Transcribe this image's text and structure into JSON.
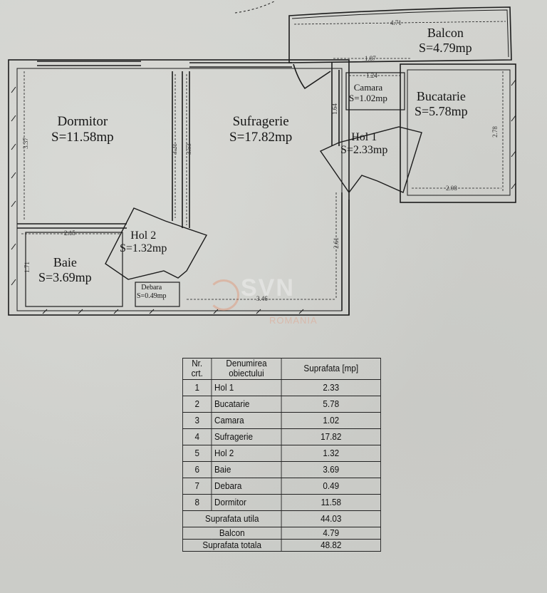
{
  "plan": {
    "rooms": [
      {
        "id": "dormitor",
        "name": "Dormitor",
        "area": "S=11.58mp"
      },
      {
        "id": "sufragerie",
        "name": "Sufragerie",
        "area": "S=17.82mp"
      },
      {
        "id": "balcon",
        "name": "Balcon",
        "area": "S=4.79mp"
      },
      {
        "id": "camara",
        "name": "Camara",
        "area": "S=1.02mp"
      },
      {
        "id": "bucatarie",
        "name": "Bucatarie",
        "area": "S=5.78mp"
      },
      {
        "id": "hol1",
        "name": "Hol 1",
        "area": "S=2.33mp"
      },
      {
        "id": "hol2",
        "name": "Hol 2",
        "area": "S=1.32mp"
      },
      {
        "id": "baie",
        "name": "Baie",
        "area": "S=3.69mp"
      },
      {
        "id": "debara",
        "name": "Debara",
        "area": "S=0.49mp"
      }
    ],
    "dimensions": {
      "balcon_width": "4.71",
      "camara_top": "1.87",
      "camara_inner": "1.24",
      "hol1_height": "1.64",
      "bucatarie_height": "2.78",
      "bucatarie_width": "2.08",
      "dormitor_height": "3.37",
      "dormitor_right": "3.21",
      "sufragerie_left": "3.53",
      "sufragerie_right": "2.61",
      "sufragerie_bottom": "3.46",
      "baie_width": "2.15",
      "baie_height": "1.71"
    },
    "watermark": {
      "main": "SVN",
      "sub": "ROMANIA"
    }
  },
  "table": {
    "headers": {
      "nr": "Nr. crt.",
      "name": "Denumirea obiectului",
      "area": "Suprafata [mp]"
    },
    "rows": [
      {
        "nr": "1",
        "name": "Hol 1",
        "area": "2.33"
      },
      {
        "nr": "2",
        "name": "Bucatarie",
        "area": "5.78"
      },
      {
        "nr": "3",
        "name": "Camara",
        "area": "1.02"
      },
      {
        "nr": "4",
        "name": "Sufragerie",
        "area": "17.82"
      },
      {
        "nr": "5",
        "name": "Hol 2",
        "area": "1.32"
      },
      {
        "nr": "6",
        "name": "Baie",
        "area": "3.69"
      },
      {
        "nr": "7",
        "name": "Debara",
        "area": "0.49"
      },
      {
        "nr": "8",
        "name": "Dormitor",
        "area": "11.58"
      }
    ],
    "summary": [
      {
        "label": "Suprafata utila",
        "area": "44.03"
      },
      {
        "label": "Balcon",
        "area": "4.79"
      },
      {
        "label": "Suprafata totala",
        "area": "48.82"
      }
    ]
  }
}
